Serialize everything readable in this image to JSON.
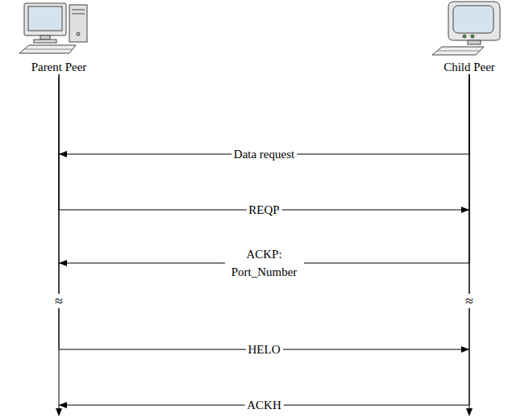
{
  "diagram": {
    "nodes": [
      {
        "text": [
          "Parent Peer"
        ]
      },
      {
        "text": [
          "Child Peer"
        ]
      }
    ],
    "edges": [
      {
        "from": 1,
        "to": 0,
        "arrow": "to",
        "label": "Data request"
      },
      {
        "from": 0,
        "to": 1,
        "arrow": "to",
        "label": "REQP"
      },
      {
        "from": 1,
        "to": 0,
        "arrow": "to",
        "label": "ACKP: Port_Number"
      },
      {
        "from": 0,
        "to": 1,
        "arrow": "to",
        "label": "HELO"
      },
      {
        "from": 1,
        "to": 0,
        "arrow": "to",
        "label": "ACKH"
      }
    ],
    "labels": [
      "≈",
      "≈"
    ]
  }
}
